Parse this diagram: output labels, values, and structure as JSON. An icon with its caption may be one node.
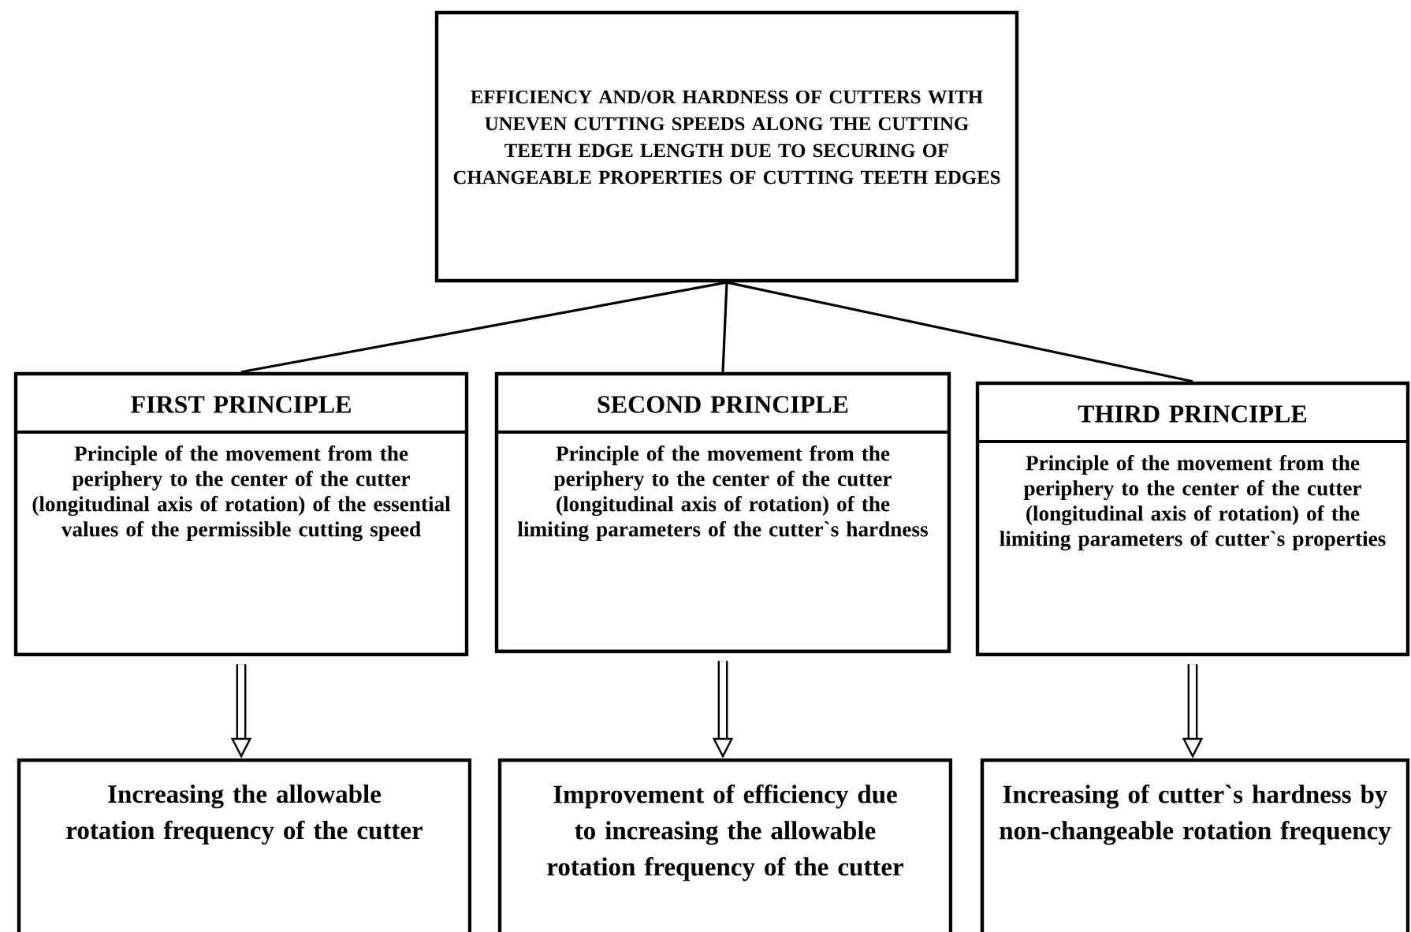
{
  "diagram": {
    "nodes": [
      {
        "text": [
          "EFFICIENCY AND/OR HARDNESS OF CUTTERS WITH UNEVEN CUTTING SPEEDS ALONG THE CUTTING TEETH EDGE LENGTH DUE TO SECURING OF CHANGEABLE PROPERTIES OF CUTTING TEETH EDGES"
        ]
      },
      {
        "text": [
          "FIRST PRINCIPLE",
          "Principle of the movement from the periphery to the center of the cutter (longitudinal axis of rotation) of the essential values of the permissible cutting speed"
        ]
      },
      {
        "text": [
          "SECOND PRINCIPLE",
          "Principle of the movement from the periphery to the center of the cutter (longitudinal axis of rotation) of the limiting parameters of the cutter`s hardness"
        ]
      },
      {
        "text": [
          "THIRD PRINCIPLE",
          "Principle of the movement from the periphery to the center of the cutter (longitudinal axis of rotation) of the limiting parameters of cutter`s properties"
        ]
      },
      {
        "text": [
          "Increasing the allowable rotation frequency of the cutter"
        ]
      },
      {
        "text": [
          "Improvement of efficiency due to increasing the allowable rotation frequency of the cutter"
        ]
      },
      {
        "text": [
          "Increasing of cutter`s hardness by non-changeable rotation frequency"
        ]
      }
    ],
    "edges": [
      {
        "from": 0,
        "to": 1,
        "arrow": "none"
      },
      {
        "from": 0,
        "to": 2,
        "arrow": "none"
      },
      {
        "from": 0,
        "to": 3,
        "arrow": "none"
      },
      {
        "from": 1,
        "to": 4,
        "arrow": "to",
        "style": "thick"
      },
      {
        "from": 2,
        "to": 5,
        "arrow": "to",
        "style": "thick"
      },
      {
        "from": 3,
        "to": 6,
        "arrow": "to",
        "style": "thick"
      }
    ]
  }
}
